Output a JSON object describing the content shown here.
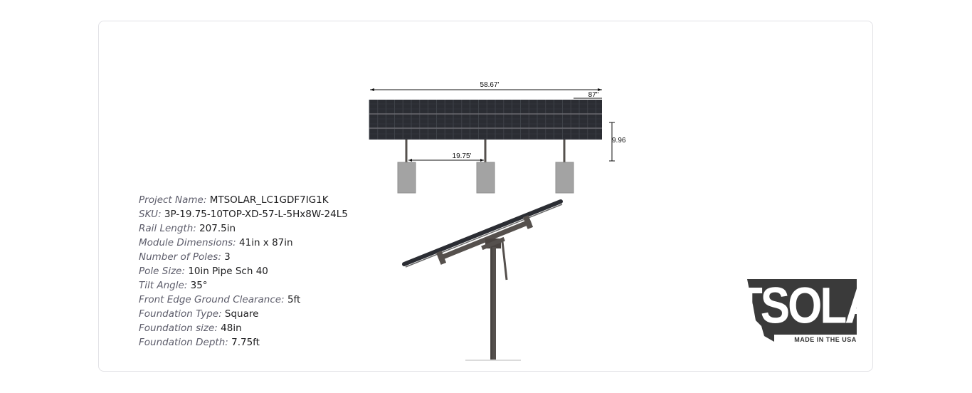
{
  "specs": [
    {
      "label": "Project Name:",
      "value": "MTSOLAR_LC1GDF7IG1K"
    },
    {
      "label": "SKU:",
      "value": "3P-19.75-10TOP-XD-57-L-5Hx8W-24L5"
    },
    {
      "label": "Rail Length:",
      "value": "207.5in"
    },
    {
      "label": "Module Dimensions:",
      "value": "41in x 87in"
    },
    {
      "label": "Number of Poles:",
      "value": "3"
    },
    {
      "label": "Pole Size:",
      "value": "10in Pipe Sch 40"
    },
    {
      "label": "Tilt Angle:",
      "value": "35°"
    },
    {
      "label": "Front Edge Ground Clearance:",
      "value": "5ft"
    },
    {
      "label": "Foundation Type:",
      "value": "Square"
    },
    {
      "label": "Foundation size:",
      "value": "48in"
    },
    {
      "label": "Foundation Depth:",
      "value": "7.75ft"
    }
  ],
  "drawing": {
    "overall_width": "58.67'",
    "module_length": "87\"",
    "height": "9.96",
    "pole_spacing": "19.75'"
  },
  "logo": {
    "brand": "MTSOLAR",
    "tagline": "MADE IN THE USA"
  },
  "colors": {
    "panel": "#2b2d33",
    "steel": "#55504d",
    "foundation": "#a3a3a3",
    "label": "#5d5d6b"
  }
}
